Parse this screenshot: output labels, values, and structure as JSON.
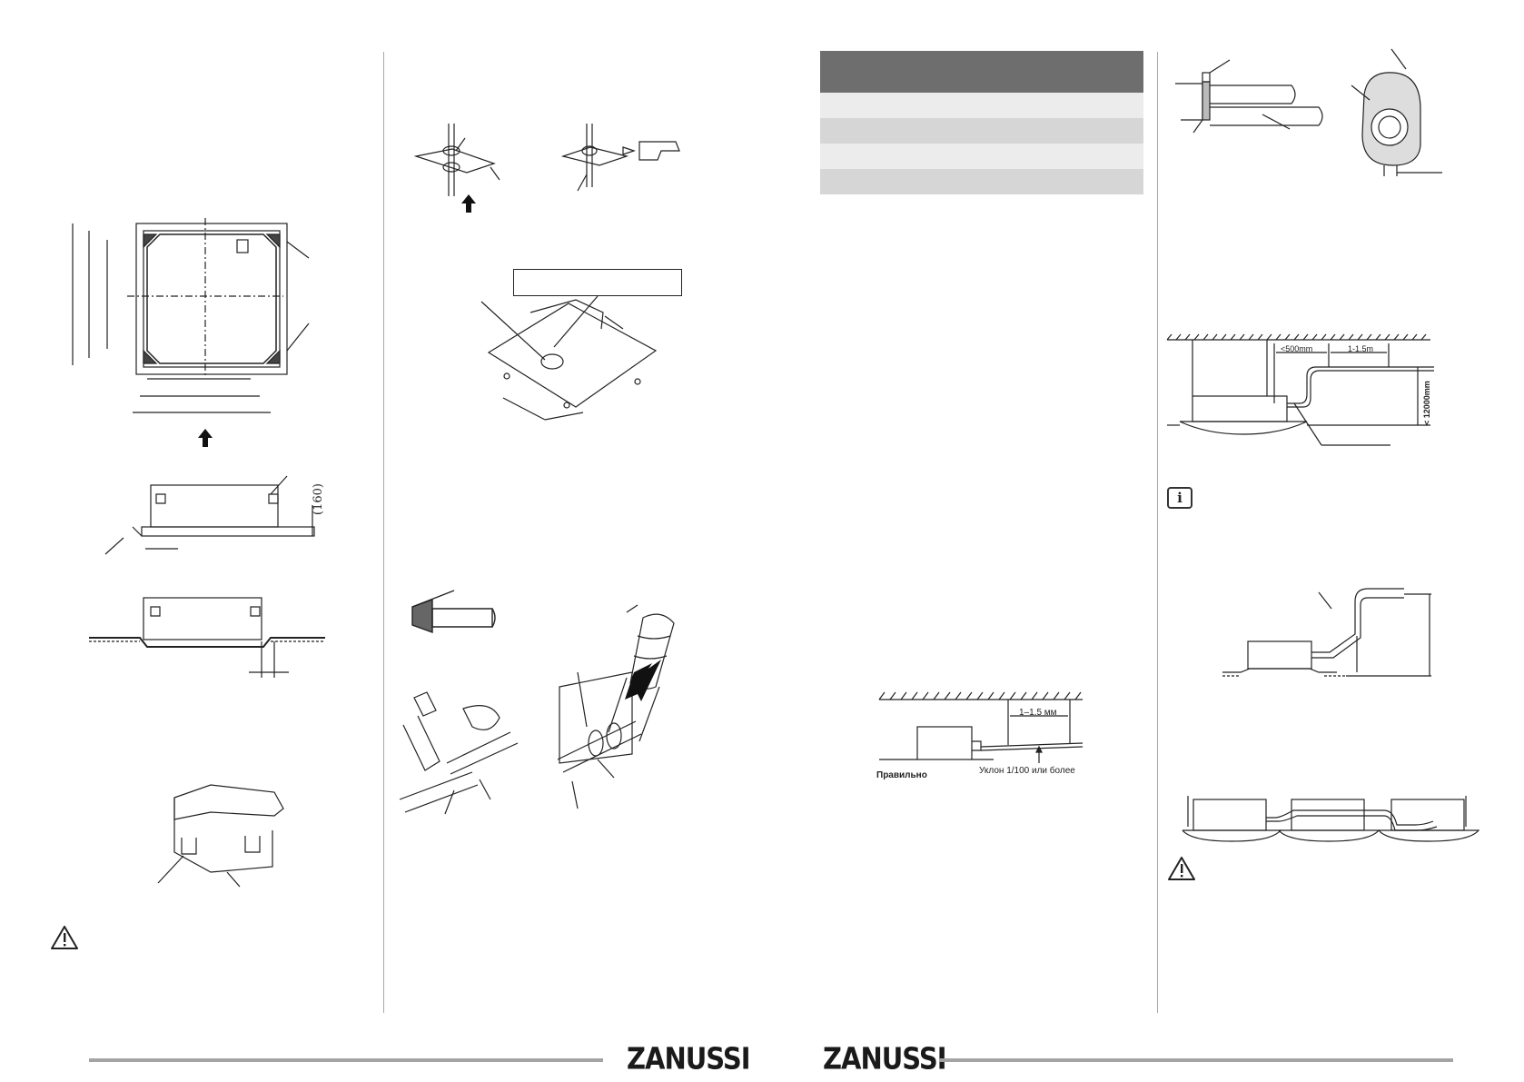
{
  "footer": {
    "brand_left": "ZANUSSI",
    "brand_right": "ZANUSSI"
  },
  "figures": {
    "side_view_dimension": "(160)",
    "pipe_slope_label": "1–1.5 мм",
    "pipe_correct_label": "Правильно",
    "pipe_slope_note": "Уклон 1/100 или более",
    "drain_distance_short": "<500mm",
    "drain_distance_long": "1-1.5m",
    "drain_height": "< 12000mm"
  },
  "icons": {
    "warning": "warning-triangle-icon",
    "info": "info-icon"
  },
  "colors": {
    "table_header": "#6e6e6e",
    "table_row_light": "#ececec",
    "table_row_dark": "#d6d6d6",
    "divider": "#a8a8a8"
  }
}
